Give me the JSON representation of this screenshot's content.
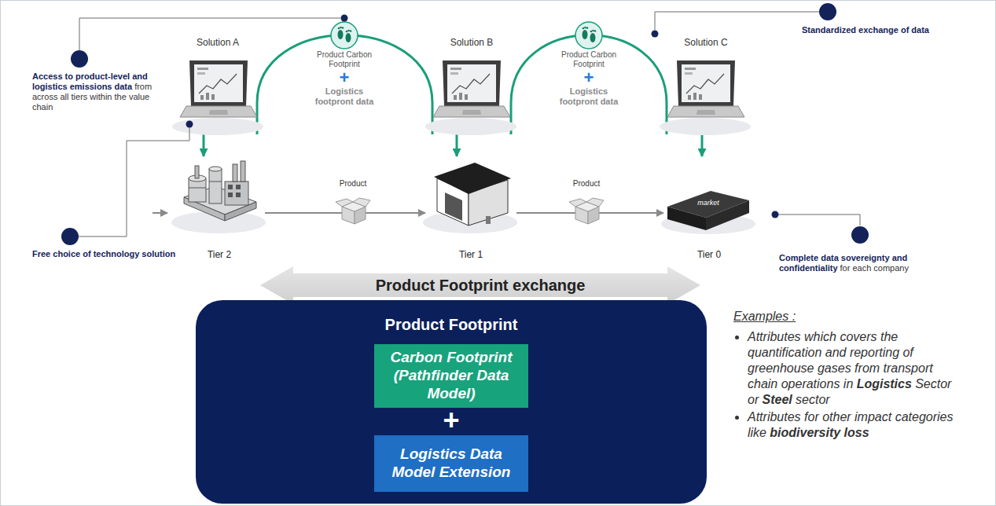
{
  "diagram": {
    "nodes": [
      {
        "text": [
          "Solution A"
        ]
      },
      {
        "text": [
          "Solution B"
        ]
      },
      {
        "text": [
          "Solution C"
        ]
      },
      {
        "text": [
          "Tier 2"
        ]
      },
      {
        "text": [
          "Tier 1"
        ]
      },
      {
        "text": [
          "Tier 0"
        ]
      },
      {
        "text": [
          "Product Footprint"
        ]
      },
      {
        "text": [
          "Carbon Footprint (Pathfinder Data Model)"
        ],
        "in": 6
      },
      {
        "text": [
          "Logistics Data Model Extension"
        ],
        "in": 6
      }
    ],
    "edges": [
      {
        "from": 0,
        "to": 3,
        "arrow": "to"
      },
      {
        "from": 1,
        "to": 4,
        "arrow": "to"
      },
      {
        "from": 2,
        "to": 5,
        "arrow": "to"
      },
      {
        "from": 3,
        "to": 4,
        "arrow": "to"
      },
      {
        "from": 4,
        "to": 5,
        "arrow": "to"
      },
      {
        "from": 0,
        "to": 1,
        "arrow": "none"
      },
      {
        "from": 1,
        "to": 2,
        "arrow": "none"
      }
    ],
    "labels": [
      "Access to product-level and logistics emissions data",
      "from across all tiers within the value chain",
      "Standardized exchange of data",
      "Free choice of technology solution",
      "Complete data sovereignty and confidentiality",
      "for each company",
      "Product Carbon Footprint",
      "+",
      "Logistics footpront data",
      "Product Carbon Footprint",
      "+",
      "Logistics footpront data",
      "Product",
      "Product",
      "market",
      "Product Footprint exchange",
      "+",
      "Examples :",
      "Attributes which covers the quantification and reporting of greenhouse gases from transport chain operations in",
      "Logistics",
      "Sector or",
      "Steel",
      "sector",
      "Attributes for other impact categories like",
      "biodiversity loss"
    ]
  }
}
